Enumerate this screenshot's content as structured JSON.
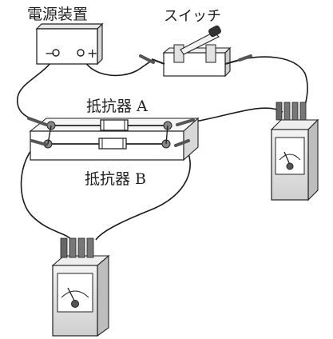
{
  "labels": {
    "power_supply": "電源装置",
    "switch": "スイッチ",
    "resistor_a": "抵抗器 A",
    "resistor_b": "抵抗器 B",
    "minus_terminal": "−",
    "plus_terminal": "+"
  }
}
